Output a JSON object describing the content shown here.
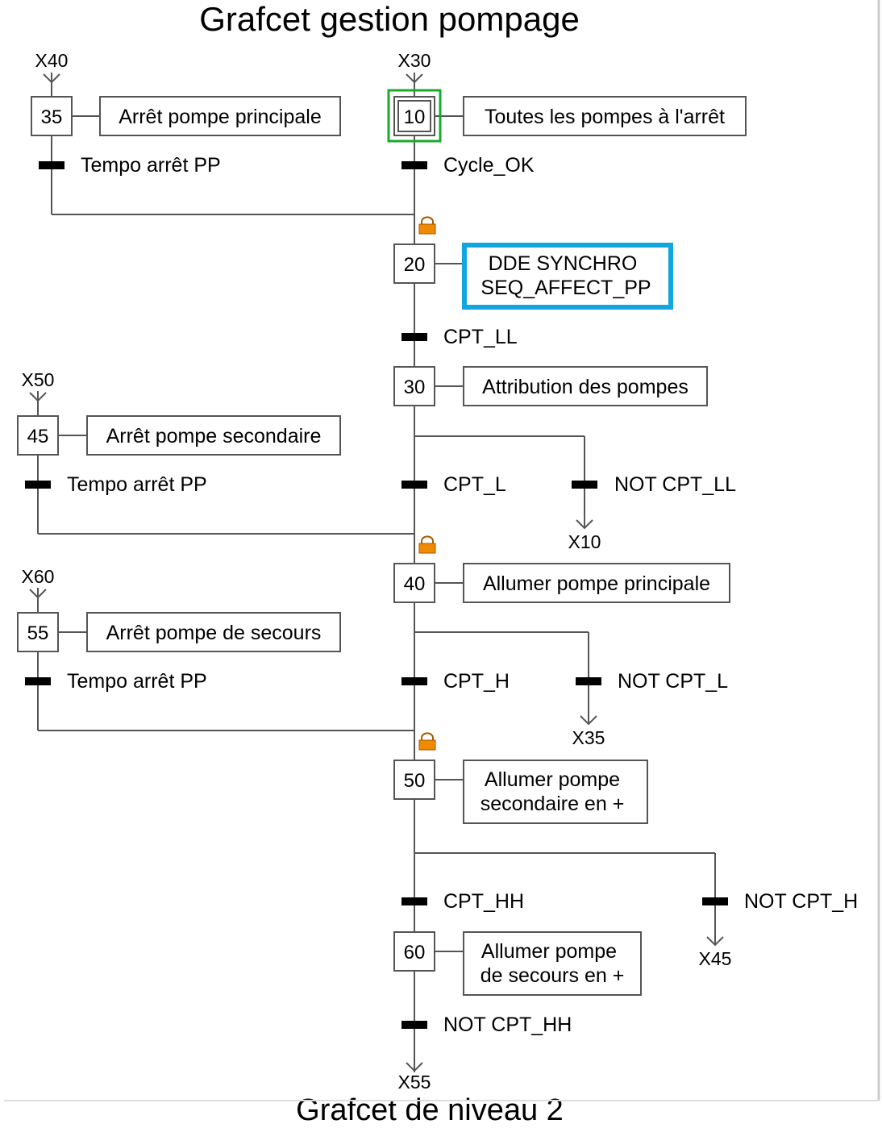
{
  "title": "Grafcet gestion pompage",
  "subtitle": "Grafcet de niveau 2",
  "steps": [
    {
      "id": "step-35",
      "number": "35",
      "action": [
        "Arrêt pompe principale"
      ],
      "entry_ref": "X40"
    },
    {
      "id": "step-10",
      "number": "10",
      "action": [
        "Toutes les pompes à l'arrêt"
      ],
      "entry_ref": "X30",
      "initial": true,
      "active": true
    },
    {
      "id": "step-20",
      "number": "20",
      "action": [
        "DDE SYNCHRO",
        "SEQ_AFFECT_PP"
      ],
      "highlighted": true
    },
    {
      "id": "step-30",
      "number": "30",
      "action": [
        "Attribution des pompes"
      ]
    },
    {
      "id": "step-45",
      "number": "45",
      "action": [
        "Arrêt pompe secondaire"
      ],
      "entry_ref": "X50"
    },
    {
      "id": "step-40",
      "number": "40",
      "action": [
        "Allumer pompe principale"
      ]
    },
    {
      "id": "step-55",
      "number": "55",
      "action": [
        "Arrêt pompe de secours"
      ],
      "entry_ref": "X60"
    },
    {
      "id": "step-50",
      "number": "50",
      "action": [
        "Allumer pompe",
        "secondaire en +"
      ]
    },
    {
      "id": "step-60",
      "number": "60",
      "action": [
        "Allumer pompe",
        "de secours en +"
      ]
    }
  ],
  "transitions": [
    {
      "id": "t35",
      "condition": "Tempo arrêt PP"
    },
    {
      "id": "t10",
      "condition": "Cycle_OK"
    },
    {
      "id": "t20",
      "condition": "CPT_LL"
    },
    {
      "id": "t45",
      "condition": "Tempo arrêt PP"
    },
    {
      "id": "t30a",
      "condition": "CPT_L"
    },
    {
      "id": "t30b",
      "condition": "NOT CPT_LL",
      "target": "X10"
    },
    {
      "id": "t55",
      "condition": "Tempo arrêt PP"
    },
    {
      "id": "t40a",
      "condition": "CPT_H"
    },
    {
      "id": "t40b",
      "condition": "NOT CPT_L",
      "target": "X35"
    },
    {
      "id": "t50a",
      "condition": "CPT_HH"
    },
    {
      "id": "t50b",
      "condition": "NOT CPT_H",
      "target": "X45"
    },
    {
      "id": "t60",
      "condition": "NOT CPT_HH",
      "target": "X55"
    }
  ],
  "colors": {
    "line": "#555555",
    "active_step_frame": "#1aab2a",
    "highlight_frame": "#12a6e0",
    "lock_icon": "#f08a00"
  },
  "icons": [
    "lock-icon"
  ]
}
